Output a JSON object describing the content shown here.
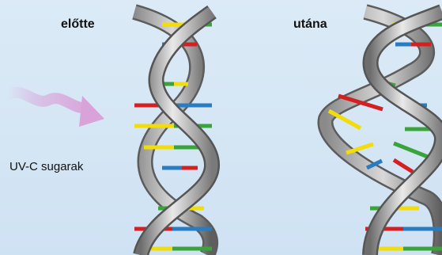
{
  "labels": {
    "before": "előtte",
    "after": "utána",
    "uv": "UV-C sugarak"
  },
  "colors": {
    "background": "#d6e7f5",
    "strand": "#9a9a9a",
    "strand_dark": "#5c5c5c",
    "strand_light": "#e6e6e6",
    "yellow": "#f2dc0a",
    "green": "#3aa43a",
    "red": "#d42020",
    "blue": "#2a7cc0",
    "uv_arrow": "#d9a3d9"
  }
}
